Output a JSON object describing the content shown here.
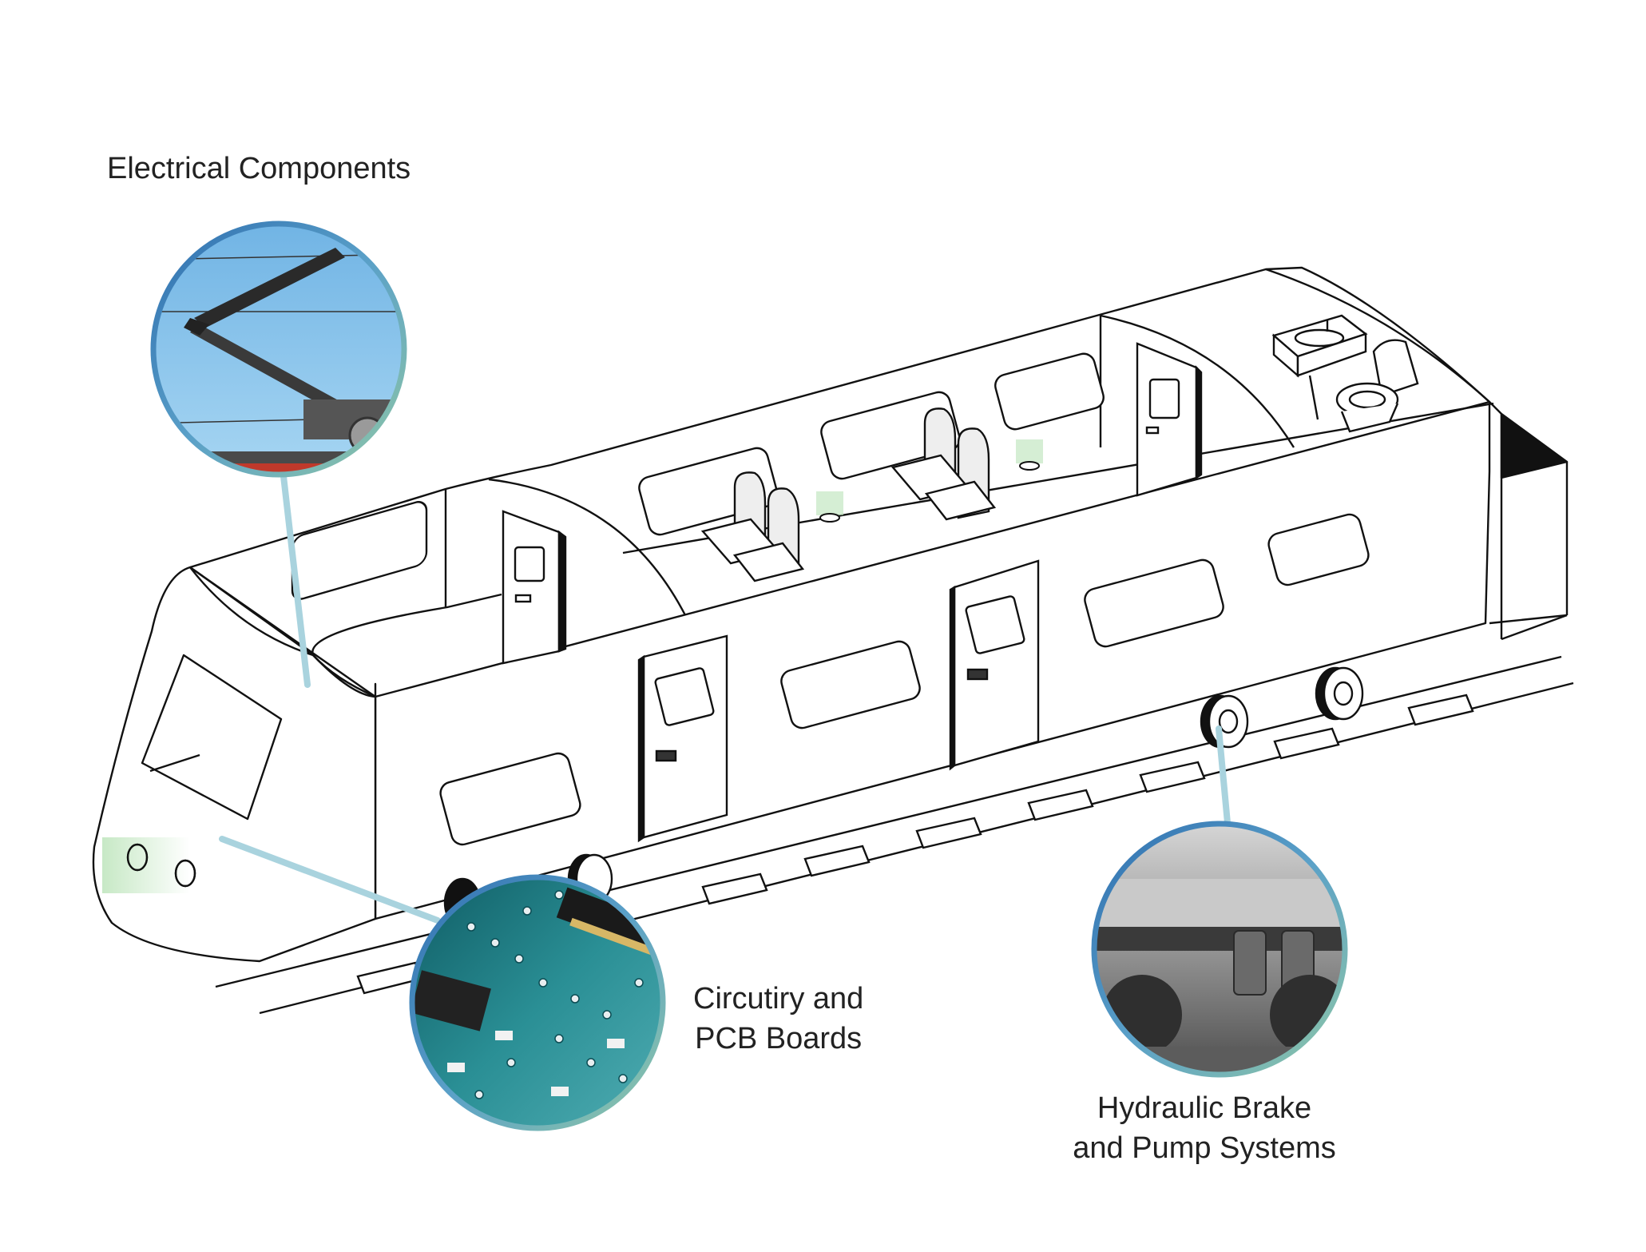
{
  "callouts": {
    "electrical": {
      "title": "Electrical Components"
    },
    "pcb": {
      "line1": "Circutiry and",
      "line2": "PCB Boards"
    },
    "brake": {
      "line1": "Hydraulic Brake",
      "line2": "and Pump Systems"
    }
  },
  "colors": {
    "outline": "#111111",
    "leader": "#a9d3de",
    "ring_blue": "#2f6fb0",
    "ring_green": "#8fc7a6",
    "sky": "#8cc4ea",
    "pcb_green": "#1f7f83",
    "light_glow": "#b9e3b7"
  },
  "icons": [
    "pantograph-photo",
    "pcb-photo",
    "bogie-photo"
  ]
}
